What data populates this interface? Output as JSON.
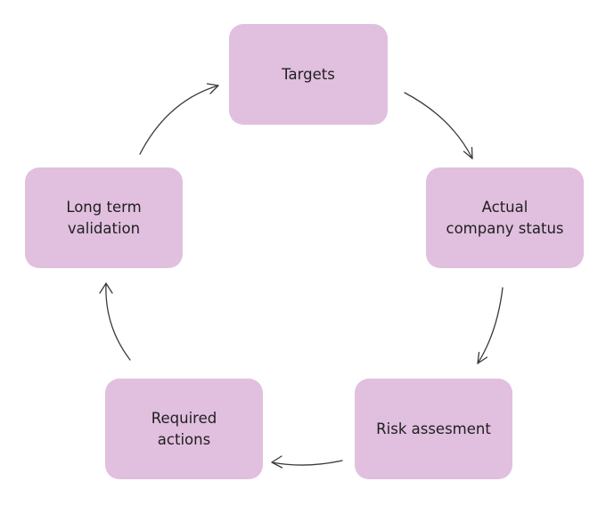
{
  "diagram": {
    "type": "cycle",
    "colors": {
      "node_fill": "#e1bfdf",
      "arrow": "#3a3a3a",
      "text": "#1f1f1f"
    },
    "nodes": [
      {
        "id": "targets",
        "label": "Targets"
      },
      {
        "id": "actual",
        "label": "Actual\ncompany status"
      },
      {
        "id": "risk",
        "label": "Risk assesment"
      },
      {
        "id": "required",
        "label": "Required\nactions"
      },
      {
        "id": "longterm",
        "label": "Long term\nvalidation"
      }
    ],
    "edges": [
      {
        "from": "targets",
        "to": "actual"
      },
      {
        "from": "actual",
        "to": "risk"
      },
      {
        "from": "risk",
        "to": "required"
      },
      {
        "from": "required",
        "to": "longterm"
      },
      {
        "from": "longterm",
        "to": "targets"
      }
    ]
  }
}
